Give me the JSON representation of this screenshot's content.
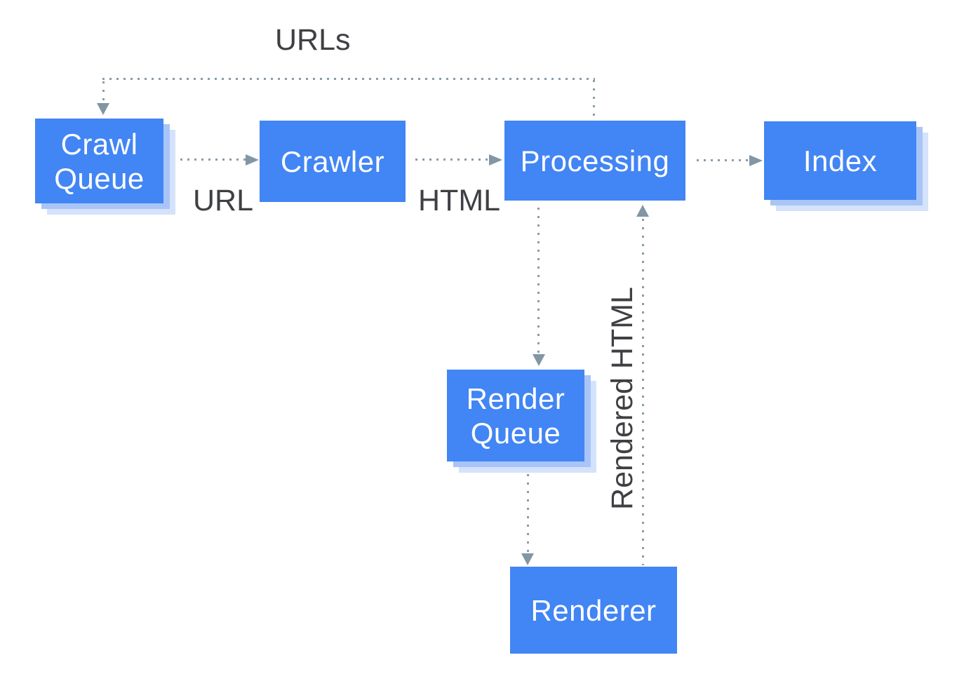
{
  "diagram": {
    "nodes": {
      "crawl_queue": {
        "label": "Crawl Queue",
        "style": "stacked-queue"
      },
      "crawler": {
        "label": "Crawler",
        "style": "plain"
      },
      "processing": {
        "label": "Processing",
        "style": "plain"
      },
      "index": {
        "label": "Index",
        "style": "stacked-queue"
      },
      "render_queue": {
        "label": "Render Queue",
        "style": "stacked-queue"
      },
      "renderer": {
        "label": "Renderer",
        "style": "plain"
      }
    },
    "edge_labels": {
      "urls": "URLs",
      "url": "URL",
      "html": "HTML",
      "rendered_html": "Rendered HTML"
    },
    "edges": [
      {
        "from": "processing",
        "to": "crawl_queue",
        "label": "URLs",
        "style": "dotted"
      },
      {
        "from": "crawl_queue",
        "to": "crawler",
        "label": "URL",
        "style": "dotted"
      },
      {
        "from": "crawler",
        "to": "processing",
        "label": "HTML",
        "style": "dotted"
      },
      {
        "from": "processing",
        "to": "index",
        "label": "",
        "style": "dotted"
      },
      {
        "from": "processing",
        "to": "render_queue",
        "label": "",
        "style": "dotted"
      },
      {
        "from": "render_queue",
        "to": "renderer",
        "label": "",
        "style": "dotted"
      },
      {
        "from": "renderer",
        "to": "processing",
        "label": "Rendered HTML",
        "style": "dotted"
      }
    ],
    "colors": {
      "node_fill": "#4285f4",
      "node_text": "#ffffff",
      "node_shadow_inner": "#a9c5f7",
      "node_shadow_outer": "#d5e2fb",
      "connector_dots": "#8b9ca9",
      "connector_arrowhead": "#8296a4",
      "edge_label_text": "#3e4043",
      "background": "#ffffff"
    }
  }
}
